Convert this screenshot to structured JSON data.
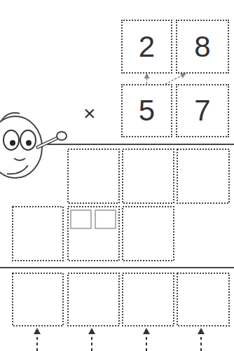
{
  "diagram": {
    "nodes": [
      {
        "text": [
          "2"
        ]
      },
      {
        "text": [
          "8"
        ]
      },
      {
        "text": [
          "5"
        ]
      },
      {
        "text": [
          "7"
        ]
      }
    ],
    "edges": [
      {
        "from": 2,
        "to": 0,
        "arrow": "to"
      },
      {
        "from": 2,
        "to": 1,
        "arrow": "to"
      }
    ],
    "labels": [
      "×"
    ]
  }
}
